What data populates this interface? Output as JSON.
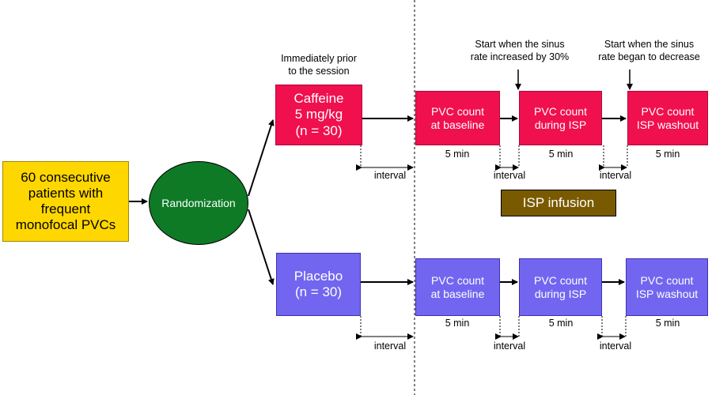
{
  "start": {
    "label": "60 consecutive\npatients with\nfrequent\nmonofocal PVCs",
    "color": "#ffd700"
  },
  "randomization": {
    "label": "Randomization",
    "color": "#0e7a26"
  },
  "caffeine_arm": {
    "note": "Immediately prior\nto the session",
    "label": "Caffeine\n5 mg/kg\n(n = 30)",
    "color": "#f0104e",
    "steps": [
      {
        "label": "PVC count\nat baseline",
        "duration": "5 min"
      },
      {
        "label": "PVC count\nduring  ISP",
        "duration": "5 min"
      },
      {
        "label": "PVC count\nISP washout",
        "duration": "5 min"
      }
    ],
    "intervals": [
      "interval",
      "interval",
      "interval"
    ]
  },
  "placebo_arm": {
    "label": "Placebo\n(n = 30)",
    "color": "#7266f0",
    "steps": [
      {
        "label": "PVC count\nat baseline",
        "duration": "5 min"
      },
      {
        "label": "PVC count\nduring  ISP",
        "duration": "5 min"
      },
      {
        "label": "PVC count\nISP washout",
        "duration": "5 min"
      }
    ],
    "intervals": [
      "interval",
      "interval",
      "interval"
    ]
  },
  "annotations": {
    "isp_start": "Start when the sinus\nrate increased by 30%",
    "isp_stop": "Start when the sinus\nrate began to decrease"
  },
  "isp_infusion": {
    "label": "ISP infusion",
    "color": "#7a5a00"
  }
}
